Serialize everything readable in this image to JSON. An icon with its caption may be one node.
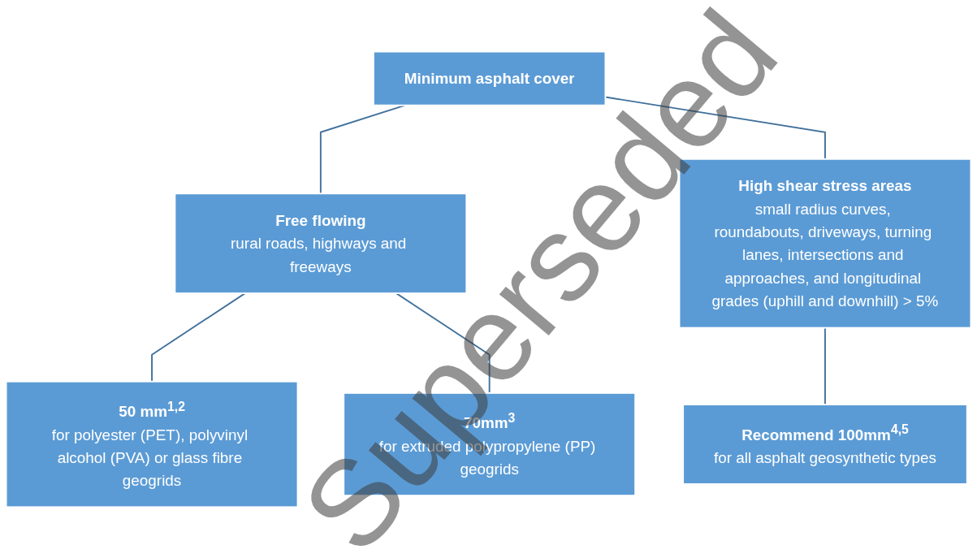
{
  "diagram": {
    "nodes": [
      {
        "text": [
          "Minimum asphalt cover"
        ]
      },
      {
        "text": [
          "Free flowing",
          "rural roads, highways and freeways"
        ]
      },
      {
        "text": [
          "High shear stress areas",
          "small radius curves, roundabouts, driveways, turning lanes, intersections and approaches, and longitudinal grades (uphill and downhill) > 5%"
        ]
      },
      {
        "text": [
          "50 mm$^{1,2}$",
          "for polyester (PET), polyvinyl alcohol (PVA) or glass fibre geogrids"
        ]
      },
      {
        "text": [
          "70mm$^{3}$",
          "for extruded polypropylene (PP) geogrids"
        ]
      },
      {
        "text": [
          "Recommend 100mm$^{4,5}$",
          "for all asphalt geosynthetic types"
        ]
      }
    ],
    "edges": [
      {
        "from": 0,
        "to": 1,
        "arrow": "none"
      },
      {
        "from": 0,
        "to": 2,
        "arrow": "none"
      },
      {
        "from": 1,
        "to": 3,
        "arrow": "none"
      },
      {
        "from": 1,
        "to": 4,
        "arrow": "none"
      },
      {
        "from": 2,
        "to": 5,
        "arrow": "none"
      }
    ],
    "labels": [
      "Superseded"
    ]
  }
}
